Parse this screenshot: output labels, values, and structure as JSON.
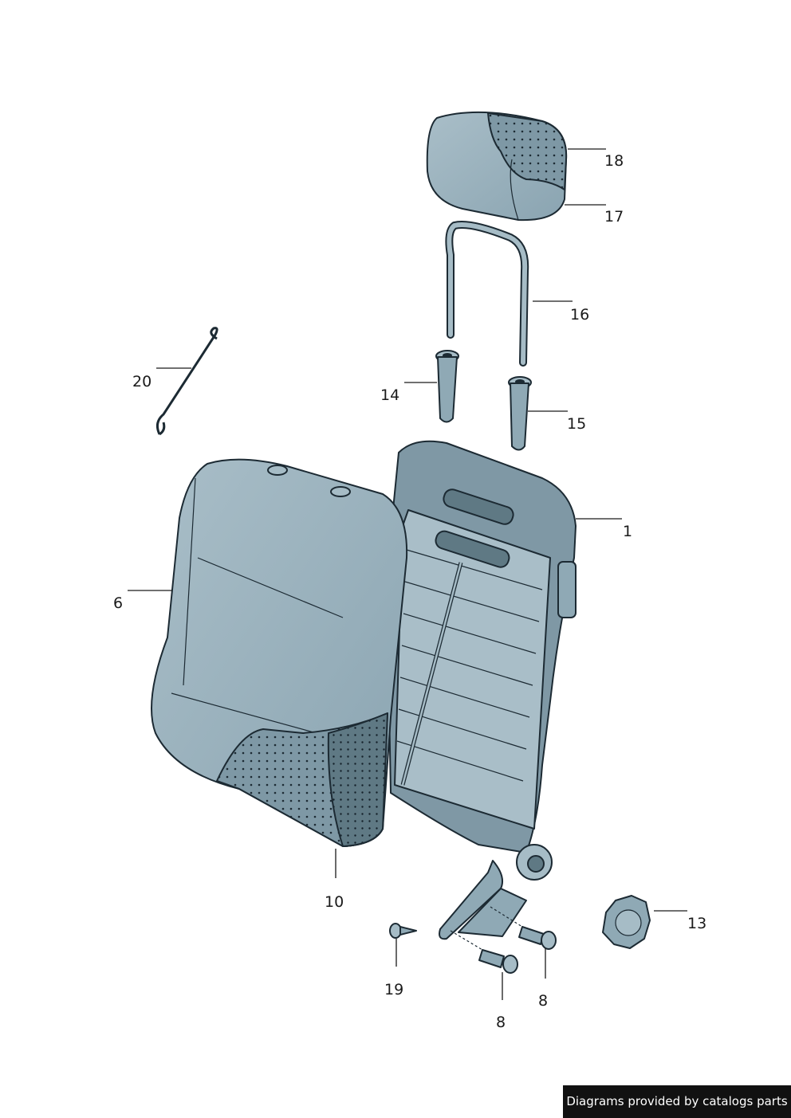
{
  "callouts": {
    "p1": "1",
    "p6": "6",
    "p8a": "8",
    "p8b": "8",
    "p10": "10",
    "p13": "13",
    "p14": "14",
    "p15": "15",
    "p16": "16",
    "p17": "17",
    "p18": "18",
    "p19": "19",
    "p20": "20"
  },
  "credit": "Diagrams provided by catalogs parts",
  "colors": {
    "part_fill": "#8fa9b5",
    "part_light": "#a6bcc6",
    "part_dark": "#607a87",
    "outline": "#1c2a33"
  }
}
